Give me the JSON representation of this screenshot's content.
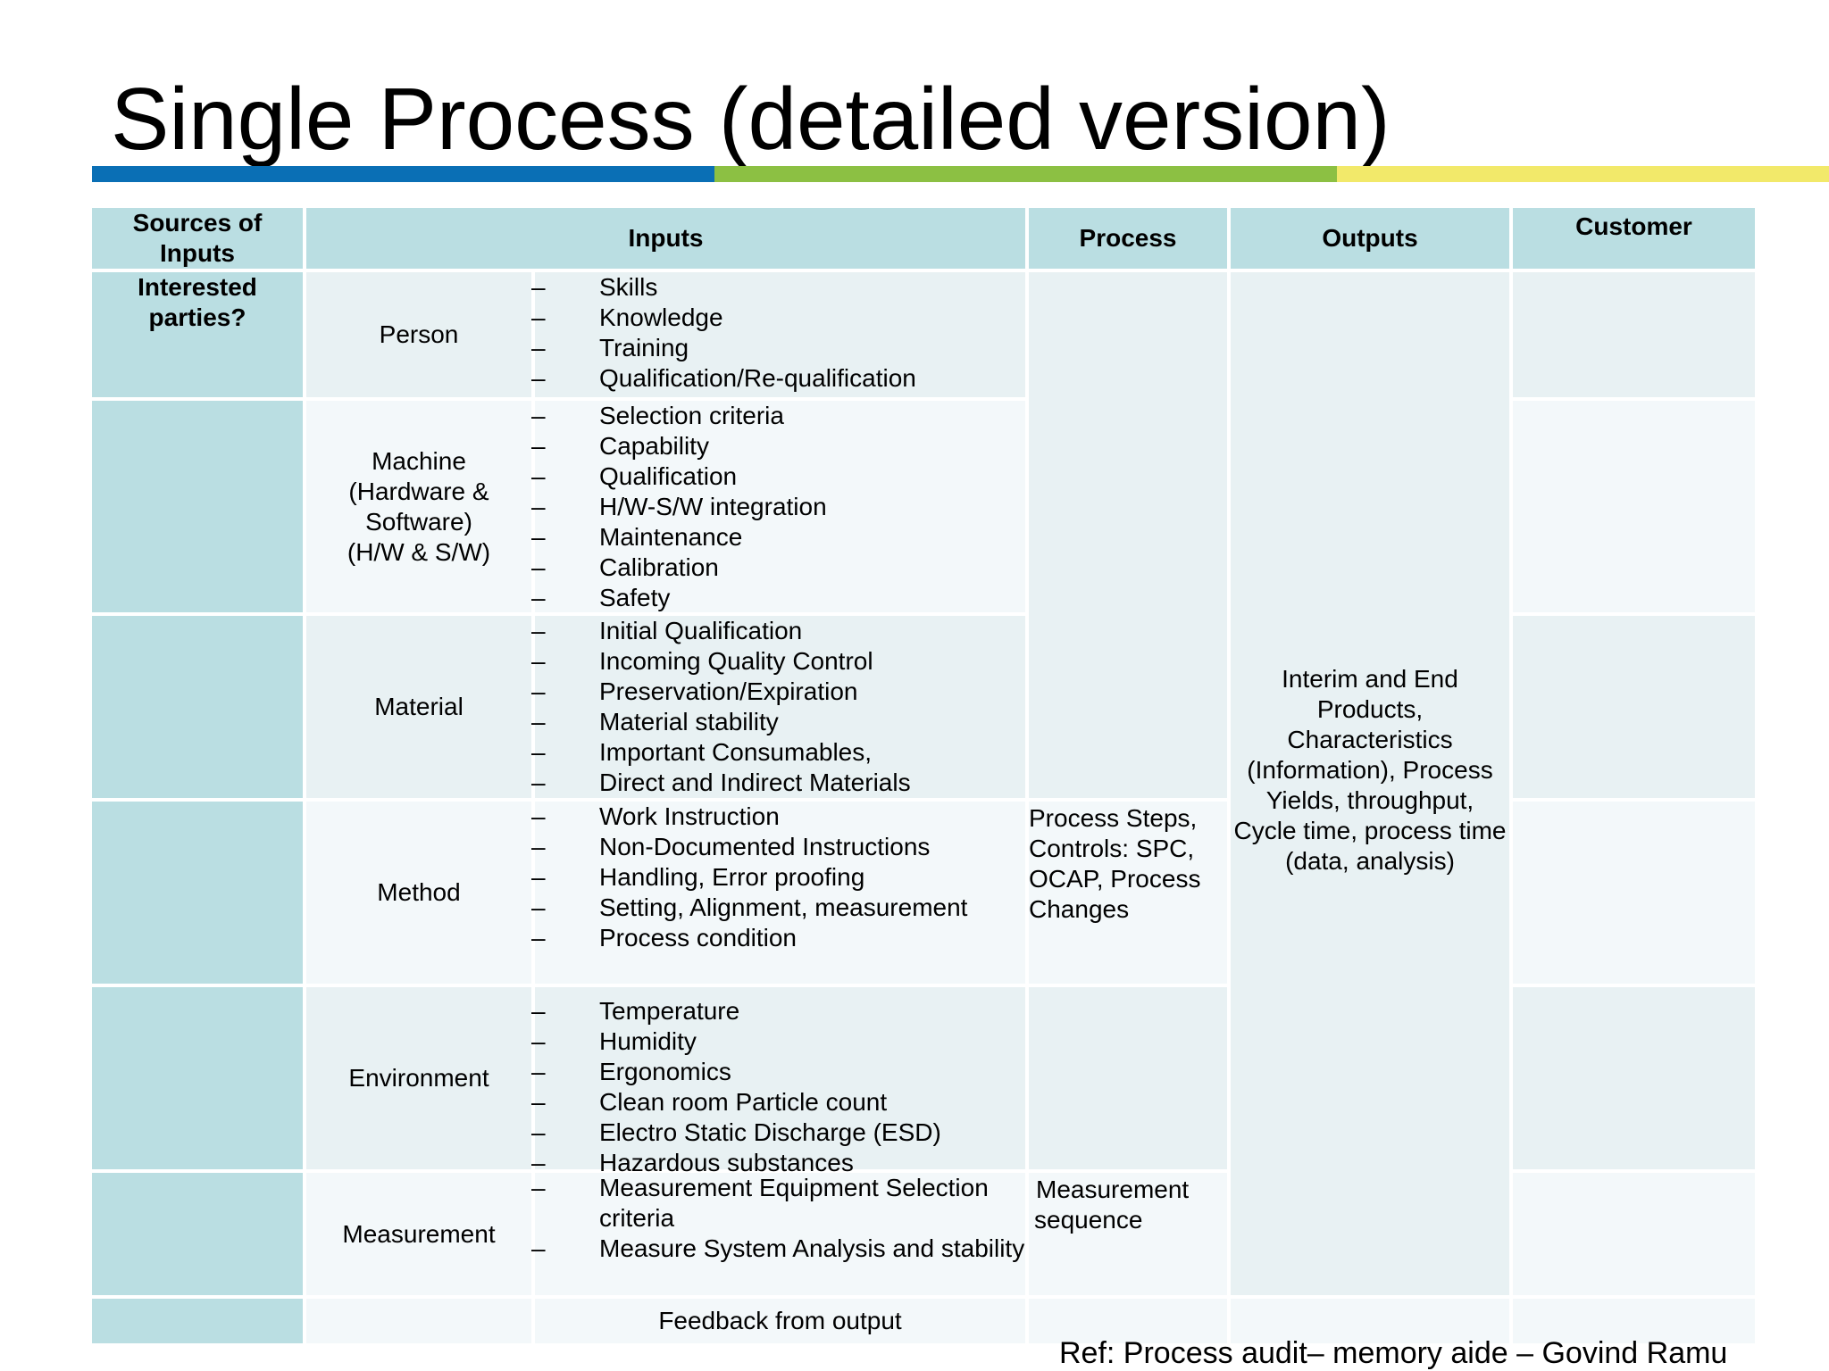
{
  "title": "Single Process (detailed version)",
  "headers": {
    "sources": "Sources of Inputs",
    "inputs": "Inputs",
    "process": "Process",
    "outputs": "Outputs",
    "customer": "Customer"
  },
  "sources_first": "Interested parties?",
  "rows": [
    {
      "category": "Person",
      "items": [
        "Skills",
        "Knowledge",
        "Training",
        "Qualification/Re-qualification"
      ]
    },
    {
      "category": "Machine (Hardware & Software) (H/W & S/W)",
      "items": [
        "Selection criteria",
        "Capability",
        "Qualification",
        "H/W-S/W integration",
        "Maintenance",
        "Calibration",
        "Safety"
      ]
    },
    {
      "category": "Material",
      "items": [
        "Initial Qualification",
        "Incoming Quality Control",
        "Preservation/Expiration",
        "Material stability",
        "Important Consumables,",
        "Direct and Indirect Materials"
      ]
    },
    {
      "category": "Method",
      "items": [
        "Work Instruction",
        "Non-Documented Instructions",
        "Handling, Error proofing",
        "Setting, Alignment, measurement",
        "Process condition"
      ]
    },
    {
      "category": "Environment",
      "items": [
        "Temperature",
        "Humidity",
        "Ergonomics",
        "Clean room Particle count",
        "Electro Static Discharge (ESD)",
        "Hazardous substances"
      ]
    },
    {
      "category": "Measurement",
      "items": [
        "Measurement Equipment Selection criteria",
        "Measure System Analysis and stability"
      ]
    }
  ],
  "process_method": "Process Steps, Controls: SPC, OCAP, Process Changes",
  "process_measurement": "Measurement sequence",
  "outputs_text": "Interim and End Products, Characteristics (Information), Process Yields, throughput, Cycle time, process time (data, analysis)",
  "feedback": "Feedback from output",
  "dash": "–",
  "reference": "Ref: Process audit– memory aide – Govind Ramu",
  "colors": {
    "header": "#badee2",
    "row_odd": "#e8f1f3",
    "row_even": "#f3f8fa",
    "bar_blue": "#0a6fb5",
    "bar_green": "#8cc043",
    "bar_yellow": "#f2e96a"
  }
}
